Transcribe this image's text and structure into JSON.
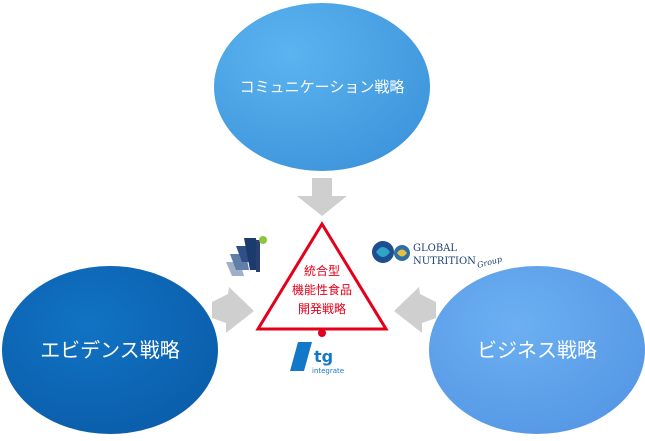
{
  "nodes": {
    "top": {
      "label": "コミュニケーション戦略",
      "color": "#4aa3e3"
    },
    "left": {
      "label": "エビデンス戦略",
      "color": "#0b67b7"
    },
    "right": {
      "label": "ビジネス戦略",
      "color": "#5fa4ec"
    }
  },
  "center": {
    "lines": [
      "統合型",
      "機能性食品",
      "開発戦略"
    ],
    "color": "#e2001a"
  },
  "logos": {
    "global_nutrition": {
      "line1": "GLOBAL",
      "line2": "NUTRITION",
      "script": "Group"
    },
    "itg": {
      "mark": "tg",
      "sub": "integrate"
    }
  },
  "arrow_color": "#cfcfcf"
}
